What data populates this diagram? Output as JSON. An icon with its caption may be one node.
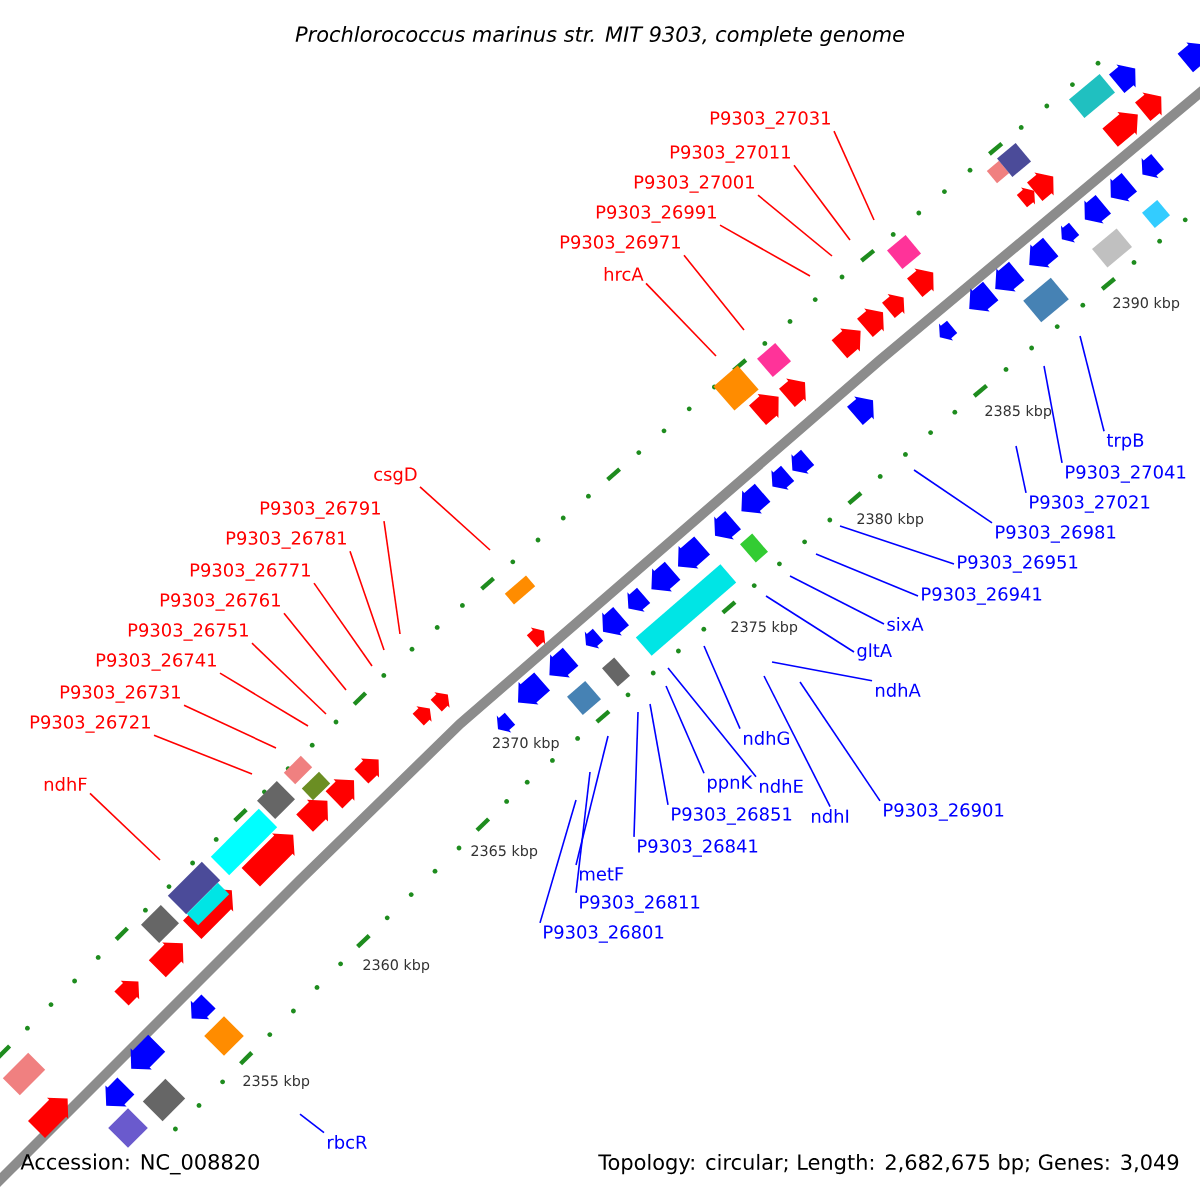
{
  "diagram": {
    "title": "Prochlorococcus marinus str. MIT 9303, complete genome",
    "nodes": [
      {
        "text": [
          "P9303_27031"
        ]
      },
      {
        "text": [
          "P9303_27011"
        ]
      },
      {
        "text": [
          "P9303_27001"
        ]
      },
      {
        "text": [
          "P9303_26991"
        ]
      },
      {
        "text": [
          "P9303_26971"
        ]
      },
      {
        "text": [
          "hrcA"
        ]
      },
      {
        "text": [
          "csgD"
        ]
      },
      {
        "text": [
          "P9303_26791"
        ]
      },
      {
        "text": [
          "P9303_26781"
        ]
      },
      {
        "text": [
          "P9303_26771"
        ]
      },
      {
        "text": [
          "P9303_26761"
        ]
      },
      {
        "text": [
          "P9303_26751"
        ]
      },
      {
        "text": [
          "P9303_26741"
        ]
      },
      {
        "text": [
          "P9303_26731"
        ]
      },
      {
        "text": [
          "P9303_26721"
        ]
      },
      {
        "text": [
          "ndhF"
        ]
      },
      {
        "text": [
          "trpB"
        ]
      },
      {
        "text": [
          "P9303_27041"
        ]
      },
      {
        "text": [
          "P9303_27021"
        ]
      },
      {
        "text": [
          "P9303_26981"
        ]
      },
      {
        "text": [
          "P9303_26951"
        ]
      },
      {
        "text": [
          "P9303_26941"
        ]
      },
      {
        "text": [
          "sixA"
        ]
      },
      {
        "text": [
          "gltA"
        ]
      },
      {
        "text": [
          "ndhA"
        ]
      },
      {
        "text": [
          "ndhG"
        ]
      },
      {
        "text": [
          "ndhE"
        ]
      },
      {
        "text": [
          "ndhI"
        ]
      },
      {
        "text": [
          "ppnK"
        ]
      },
      {
        "text": [
          "P9303_26901"
        ]
      },
      {
        "text": [
          "P9303_26851"
        ]
      },
      {
        "text": [
          "P9303_26841"
        ]
      },
      {
        "text": [
          "metF"
        ]
      },
      {
        "text": [
          "P9303_26811"
        ]
      },
      {
        "text": [
          "P9303_26801"
        ]
      },
      {
        "text": [
          "rbcR"
        ]
      }
    ],
    "edges": [
      {
        "from": 0,
        "to": null,
        "arrow": "none",
        "color": "#ff0000"
      },
      {
        "from": 1,
        "to": null,
        "arrow": "none",
        "color": "#ff0000"
      },
      {
        "from": 2,
        "to": null,
        "arrow": "none",
        "color": "#ff0000"
      },
      {
        "from": 3,
        "to": null,
        "arrow": "none",
        "color": "#ff0000"
      },
      {
        "from": 4,
        "to": null,
        "arrow": "none",
        "color": "#ff0000"
      },
      {
        "from": 5,
        "to": null,
        "arrow": "none",
        "color": "#ff0000"
      },
      {
        "from": 6,
        "to": null,
        "arrow": "none",
        "color": "#ff0000"
      },
      {
        "from": 7,
        "to": null,
        "arrow": "none",
        "color": "#ff0000"
      },
      {
        "from": 8,
        "to": null,
        "arrow": "none",
        "color": "#ff0000"
      },
      {
        "from": 9,
        "to": null,
        "arrow": "none",
        "color": "#ff0000"
      },
      {
        "from": 10,
        "to": null,
        "arrow": "none",
        "color": "#ff0000"
      },
      {
        "from": 11,
        "to": null,
        "arrow": "none",
        "color": "#ff0000"
      },
      {
        "from": 12,
        "to": null,
        "arrow": "none",
        "color": "#ff0000"
      },
      {
        "from": 13,
        "to": null,
        "arrow": "none",
        "color": "#ff0000"
      },
      {
        "from": 14,
        "to": null,
        "arrow": "none",
        "color": "#ff0000"
      },
      {
        "from": 15,
        "to": null,
        "arrow": "none",
        "color": "#ff0000"
      },
      {
        "from": 16,
        "to": null,
        "arrow": "none"
      },
      {
        "from": 17,
        "to": null,
        "arrow": "none"
      },
      {
        "from": 18,
        "to": null,
        "arrow": "none"
      },
      {
        "from": 19,
        "to": null,
        "arrow": "none"
      },
      {
        "from": 20,
        "to": null,
        "arrow": "none"
      },
      {
        "from": 21,
        "to": null,
        "arrow": "none"
      },
      {
        "from": 22,
        "to": null,
        "arrow": "none"
      },
      {
        "from": 23,
        "to": null,
        "arrow": "none"
      },
      {
        "from": 24,
        "to": null,
        "arrow": "none"
      },
      {
        "from": 25,
        "to": null,
        "arrow": "none"
      },
      {
        "from": 26,
        "to": null,
        "arrow": "none"
      },
      {
        "from": 27,
        "to": null,
        "arrow": "none"
      },
      {
        "from": 28,
        "to": null,
        "arrow": "none"
      },
      {
        "from": 29,
        "to": null,
        "arrow": "none"
      },
      {
        "from": 30,
        "to": null,
        "arrow": "none"
      },
      {
        "from": 31,
        "to": null,
        "arrow": "none"
      },
      {
        "from": 32,
        "to": null,
        "arrow": "none"
      },
      {
        "from": 33,
        "to": null,
        "arrow": "none"
      },
      {
        "from": 34,
        "to": null,
        "arrow": "none"
      },
      {
        "from": 35,
        "to": null,
        "arrow": "none"
      }
    ],
    "labels": [
      "2390 kbp",
      "2385 kbp",
      "2380 kbp",
      "2375 kbp",
      "2370 kbp",
      "2365 kbp",
      "2360 kbp",
      "2355 kbp",
      "Accession: NC_008820",
      "Topology: circular; Length: 2,682,675 bp; Genes: 3,049"
    ]
  }
}
